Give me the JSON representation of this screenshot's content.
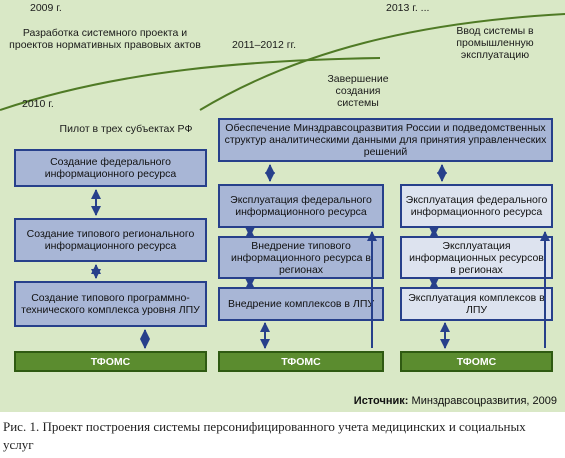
{
  "timeline": {
    "y2009": "2009 г.",
    "y2010": "2010 г.",
    "y2011": "2011–2012 гг.",
    "y2013": "2013 г. ..."
  },
  "top_texts": {
    "development": "Разработка системного проекта и проектов нормативных правовых актов",
    "pilot": "Пилот в трех субъектах РФ",
    "completion": "Завершение создания системы",
    "launch": "Ввод системы в промышленную эксплуатацию"
  },
  "column1": {
    "box1": "Создание федерального информационного ресурса",
    "box2": "Создание типового регионального информационного ресурса",
    "box3": "Создание типового программно-технического комплекса уровня ЛПУ",
    "tfoms": "ТФОМС"
  },
  "shared_box": "Обеспечение Минздравсоцразвития России и подведомственных структур аналитическими данными для принятия управленческих решений",
  "column2": {
    "box1": "Эксплуатация федерального информационного ресурса",
    "box2": "Внедрение типового информационного ресурса в регионах",
    "box3": "Внедрение комплексов в ЛПУ",
    "tfoms": "ТФОМС"
  },
  "column3": {
    "box1": "Эксплуатация федерального информационного ресурса",
    "box2": "Эксплуатация информационных ресурсов в регионах",
    "box3": "Эксплуатация комплексов в ЛПУ",
    "tfoms": "ТФОМС"
  },
  "source": {
    "label": "Источник:",
    "text": "Минздравсоцразвития, 2009"
  },
  "caption": "Рис. 1. Проект построения системы персонифицированного учета медицинских и социальных услуг"
}
